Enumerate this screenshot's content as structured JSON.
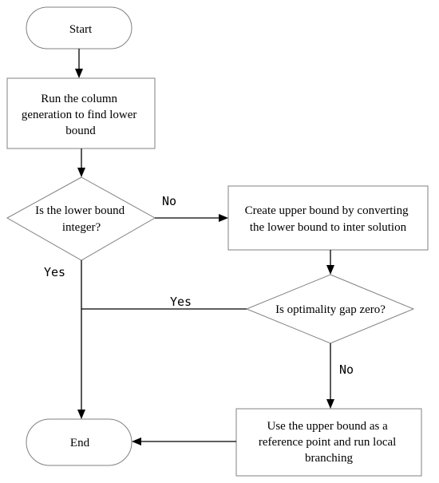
{
  "nodes": {
    "start": {
      "lines": [
        "Start"
      ]
    },
    "column_generation": {
      "lines": [
        "Run the column",
        "generation to find lower",
        "bound"
      ]
    },
    "lower_bound_integer": {
      "lines": [
        "Is the lower bound",
        "integer?"
      ]
    },
    "create_upper_bound": {
      "lines": [
        "Create upper bound by converting",
        "the lower bound to inter solution"
      ]
    },
    "optimality_gap": {
      "lines": [
        "Is optimality gap zero?"
      ]
    },
    "local_branching": {
      "lines": [
        "Use the upper bound as a",
        "reference point and run local",
        "branching"
      ]
    },
    "end": {
      "lines": [
        "End"
      ]
    }
  },
  "edges": {
    "integer_no": "No",
    "integer_yes": "Yes",
    "gap_yes": "Yes",
    "gap_no": "No"
  },
  "colors": {
    "shape_stroke": "#808080",
    "connector": "#000000",
    "background": "#ffffff"
  }
}
